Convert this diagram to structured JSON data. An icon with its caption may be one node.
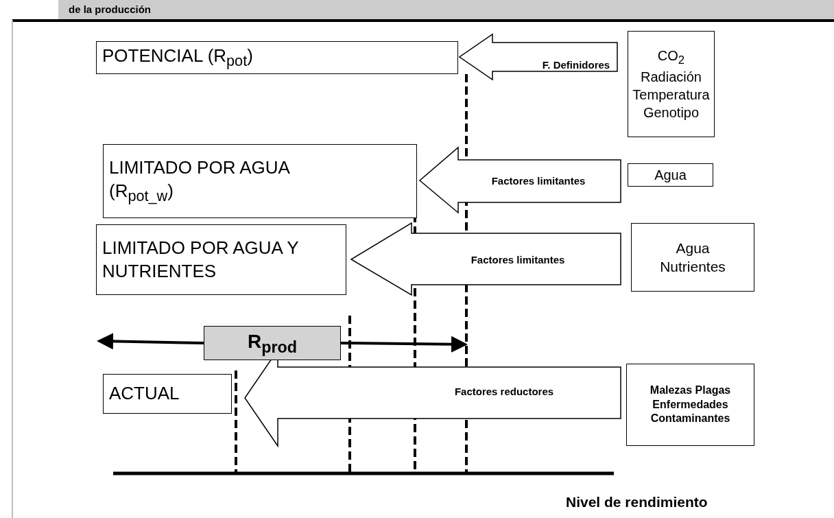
{
  "diagram": {
    "title": "de la producción",
    "nodes": [
      {
        "text": [
          "POTENCIAL (R$_{pot}$)"
        ]
      },
      {
        "text": [
          "CO$_{2}$ Radiación Temperatura Genotipo"
        ]
      },
      {
        "text": [
          "LIMITADO POR AGUA (R$_{pot_w}$)"
        ]
      },
      {
        "text": [
          "Agua"
        ]
      },
      {
        "text": [
          "LIMITADO POR AGUA Y NUTRIENTES"
        ]
      },
      {
        "text": [
          "Agua Nutrientes"
        ]
      },
      {
        "text": [
          "R$_{prod}$"
        ]
      },
      {
        "text": [
          "ACTUAL"
        ]
      },
      {
        "text": [
          "Malezas Plagas Enfermedades Contaminantes"
        ]
      }
    ],
    "edges": [
      {
        "from": 1,
        "to": 0,
        "arrow": "to",
        "label": "F. Definidores",
        "style": "thick"
      },
      {
        "from": 3,
        "to": 2,
        "arrow": "to",
        "label": "Factores limitantes",
        "style": "thick"
      },
      {
        "from": 5,
        "to": 4,
        "arrow": "to",
        "label": "Factores limitantes",
        "style": "thick"
      },
      {
        "from": 8,
        "to": 7,
        "arrow": "to",
        "label": "Factores reductores",
        "style": "thick"
      },
      {
        "from": 6,
        "to": null,
        "arrow": "to"
      },
      {
        "from": 6,
        "to": null,
        "arrow": "to"
      }
    ],
    "labels": [
      "Nivel de rendimiento"
    ]
  }
}
